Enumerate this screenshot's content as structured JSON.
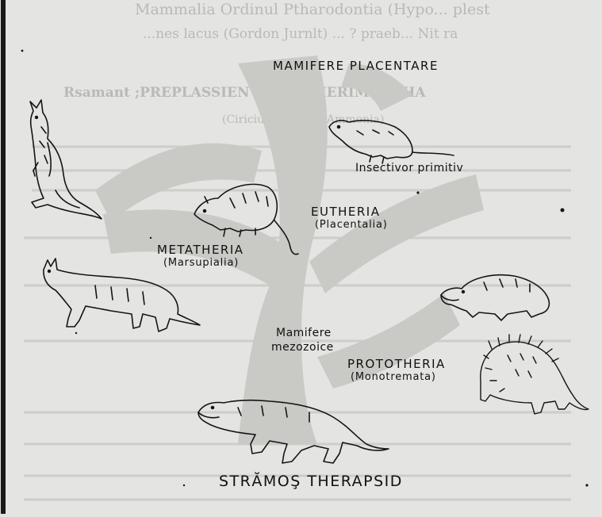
{
  "background_text": {
    "line1": "Mammalia Ordinul Ptharodontia (Hypo... plest",
    "line2": "...nes lacus (Gordon Jurnlt) ... ? praeb... Nit ra",
    "line3": "Rsamant ;PREPLASSIEN    PP    LA    THERIMORPHA",
    "line4": "(Ciricius trad.) ... (Ammonia)"
  },
  "labels": {
    "top_title": "MAMIFERE  PLACENTARE",
    "insectivore": "Insectivor primitiv",
    "eutheria": "EUTHERIA",
    "eutheria_sub": "(Placentalia)",
    "metatheria": "METATHERIA",
    "metatheria_sub": "(Marsupialia)",
    "mesozoic_1": "Mamifere",
    "mesozoic_2": "mezozoice",
    "prototheria": "PROTOTHERIA",
    "prototheria_sub": "(Monotremata)",
    "ancestor": "STRĂMOŞ THERAPSID"
  },
  "colors": {
    "paper": "#e4e4e2",
    "ink": "#151515",
    "tree_shadow": "#c9c9c6"
  }
}
